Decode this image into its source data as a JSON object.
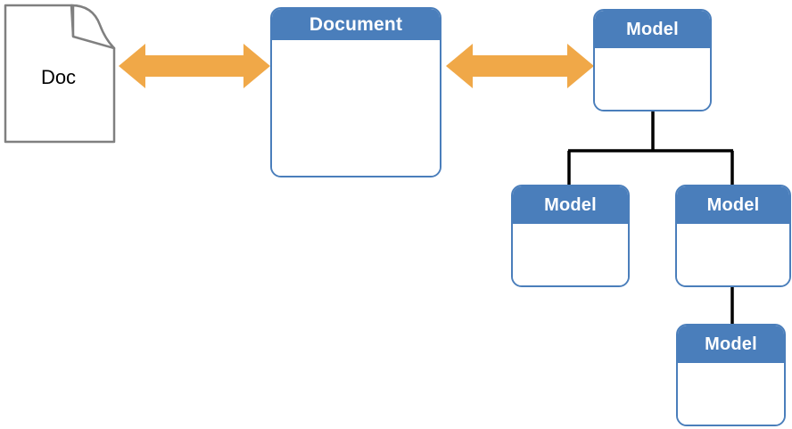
{
  "diagram": {
    "title": "Document to Model mapping diagram",
    "background_color": "#ffffff",
    "node_fill_color": "#ffffff",
    "node_header_color": "#4a7ebb",
    "node_border_color": "#4a7ebb",
    "node_label_color": "#ffffff",
    "arrow_color": "#f0a848",
    "connector_color": "#000000",
    "doc_outline_color": "#808080",
    "doc_label_color": "#000000"
  },
  "doc": {
    "label": "Doc",
    "icon": "document-page-icon"
  },
  "nodes": [
    {
      "id": "document",
      "label": "Document"
    },
    {
      "id": "model-root",
      "label": "Model"
    },
    {
      "id": "model-child-left",
      "label": "Model"
    },
    {
      "id": "model-child-right",
      "label": "Model"
    },
    {
      "id": "model-grandchild",
      "label": "Model"
    }
  ],
  "arrows": [
    {
      "id": "doc-document",
      "icon": "double-headed-arrow-icon",
      "direction": "bidirectional",
      "from": "Doc",
      "to": "Document"
    },
    {
      "id": "document-model",
      "icon": "double-headed-arrow-icon",
      "direction": "bidirectional",
      "from": "Document",
      "to": "Model"
    }
  ],
  "connectors": [
    {
      "id": "root-to-children",
      "from": "model-root",
      "to": [
        "model-child-left",
        "model-child-right"
      ]
    },
    {
      "id": "right-child-to-grandchild",
      "from": "model-child-right",
      "to": [
        "model-grandchild"
      ]
    }
  ]
}
